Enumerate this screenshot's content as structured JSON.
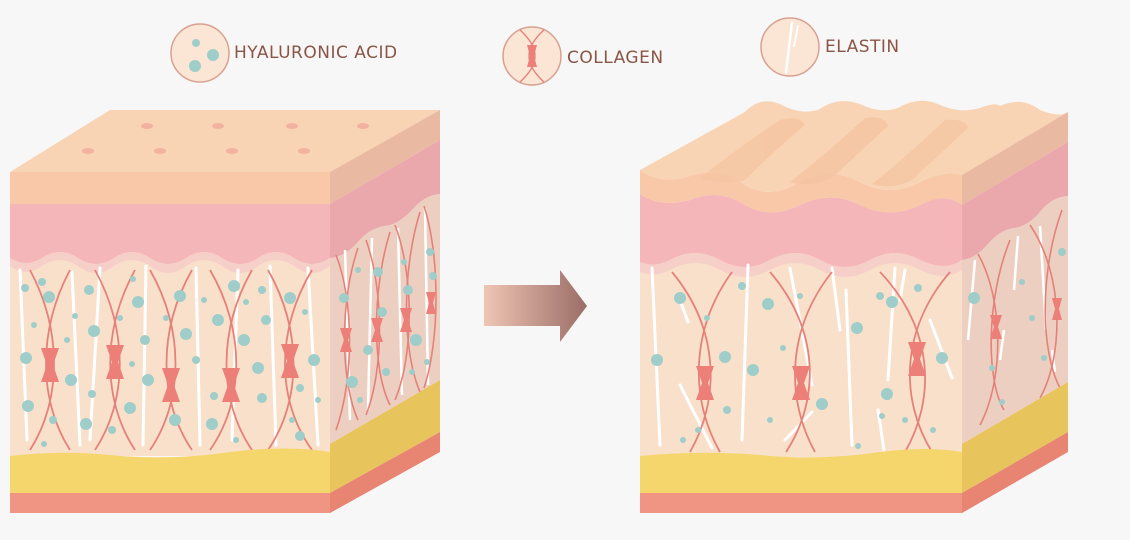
{
  "legend": {
    "hyaluronic_acid": "HYALURONIC ACID",
    "collagen": "COLLAGEN",
    "elastin": "ELASTIN"
  },
  "icons": {
    "hyaluronic_acid": "hyaluronic-acid-icon",
    "collagen": "collagen-icon",
    "elastin": "elastin-icon",
    "arrow": "arrow-right-icon"
  },
  "colors": {
    "background": "#f7f7f7",
    "epidermis_top": "#f8d4b4",
    "epidermis_side": "#e9b9a2",
    "pink_layer": "#f4b6b8",
    "dermis": "#f9e0cb",
    "dermis_side": "#eccfc0",
    "fat_layer": "#f5d66c",
    "bottom_layer": "#f09583",
    "collagen": "#e5817a",
    "elastin": "#ffffff",
    "hyaluronic": "#9fcdc9",
    "label_text": "#8a5546",
    "icon_border": "#d9a090"
  }
}
